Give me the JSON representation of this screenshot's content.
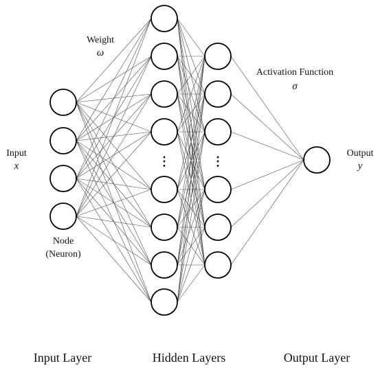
{
  "diagram": {
    "layers": {
      "input": {
        "label": "Input Layer",
        "node_count": 4
      },
      "hidden_1": {
        "node_count": 8
      },
      "hidden_2": {
        "node_count": 6
      },
      "hidden": {
        "label": "Hidden Layers"
      },
      "output": {
        "label": "Output Layer",
        "node_count": 1
      }
    },
    "annotations": {
      "input": {
        "label": "Input",
        "symbol": "x"
      },
      "weight": {
        "label": "Weight",
        "symbol": "ω"
      },
      "activation": {
        "label": "Activation  Function",
        "symbol": "σ"
      },
      "output": {
        "label": "Output",
        "symbol": "y"
      },
      "node": {
        "line1": "Node",
        "line2": "(Neuron)"
      }
    },
    "ellipsis": "⋮"
  }
}
